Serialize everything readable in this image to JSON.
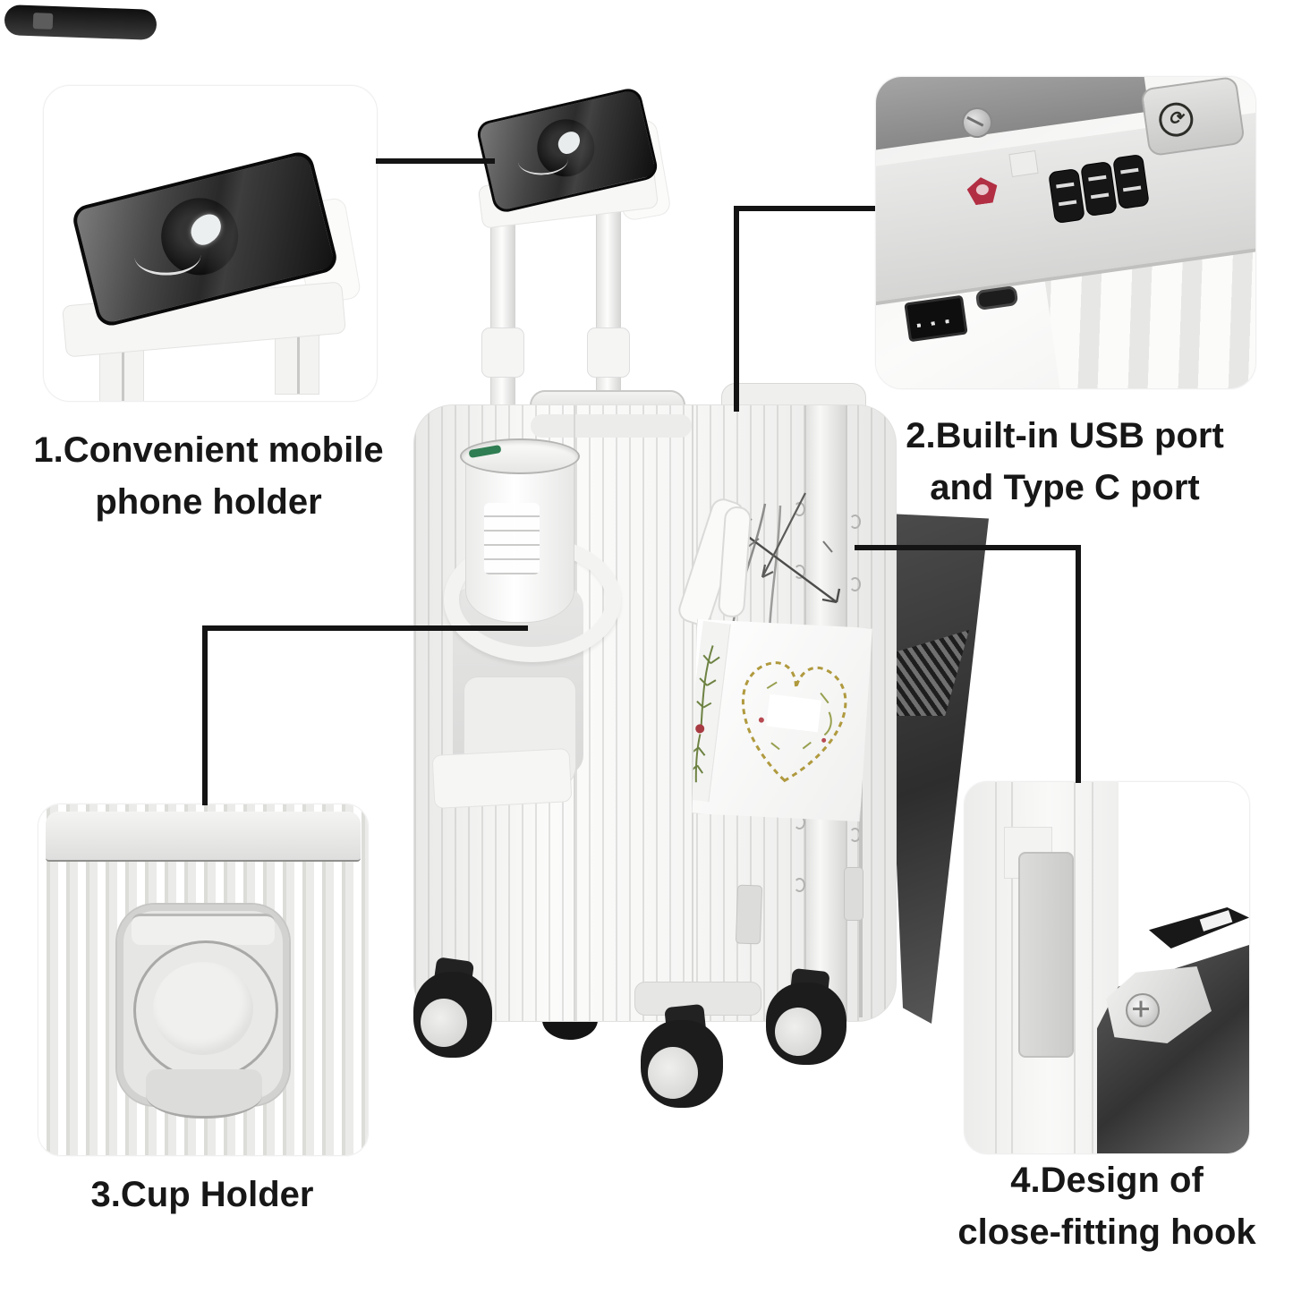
{
  "page": {
    "description": "Product feature diagram of a white multifunctional carry-on suitcase with four photo callouts",
    "background": "#ffffff"
  },
  "colors": {
    "text": "#171717",
    "connector_line": "#141414",
    "suitcase_body": "#f5f5f4",
    "rib_line": "#b0b0ae",
    "wheel": "#1c1c1c",
    "wheel_hub": "#d9d9d8",
    "open_pocket_dark": "#3a3a3a",
    "tsa_logo_red": "#b22f43",
    "cup_lid_green": "#2f7d52",
    "tag_wreath_gold": "#b09a3e"
  },
  "features": [
    {
      "num": "1",
      "label_line1": "1.Convenient mobile",
      "label_line2": "phone holder",
      "photo": "phone-holder-closeup"
    },
    {
      "num": "2",
      "label_line1": "2.Built-in USB port",
      "label_line2": "and Type C port",
      "photo": "usb-and-type-c-panel-closeup"
    },
    {
      "num": "3",
      "label_line1": "3.Cup Holder",
      "label_line2": "",
      "photo": "cup-holder-closeup"
    },
    {
      "num": "4",
      "label_line1": "4.Design of",
      "label_line2": "close-fitting hook",
      "photo": "close-fitting-hook-closeup"
    }
  ],
  "button_glyphs": {
    "unlock_button": "⟳"
  }
}
